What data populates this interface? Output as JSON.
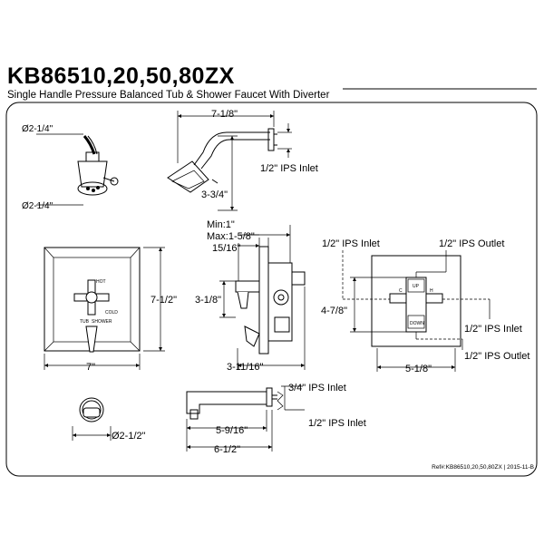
{
  "header": {
    "model": "KB86510,20,50,80ZX",
    "description": "Single Handle Pressure Balanced Tub & Shower Faucet With Diverter"
  },
  "showerhead_front": {
    "dim_top": "Ø2-1/4\"",
    "dim_bottom": "Ø2-1/4\""
  },
  "shower_arm": {
    "length": "7-1/8\"",
    "inlet": "1/2\" IPS Inlet",
    "drop": "3-3/4\""
  },
  "trim_plate": {
    "height": "7-1/2\"",
    "width": "7\"",
    "labels": {
      "hot": "HOT",
      "cold": "COLD",
      "tub": "TUB",
      "shower": "SHOWER"
    }
  },
  "valve_side": {
    "min": "Min:1\"",
    "max": "Max:1-5/8\"",
    "depth": "15/16\"",
    "height": "3-1/8\"",
    "projection": "3-11/16\""
  },
  "rough_in": {
    "inlet_left": "1/2\" IPS Inlet",
    "outlet_top": "1/2\" IPS Outlet",
    "height": "4-7/8\"",
    "inlet_right": "1/2\" IPS Inlet",
    "outlet_bottom": "1/2\" IPS Outlet",
    "width": "5-1/8\"",
    "labels": {
      "up": "UP",
      "down": "DOWN",
      "c": "C",
      "h": "H"
    }
  },
  "spout_front": {
    "diameter": "Ø2-1/2\""
  },
  "tub_spout": {
    "inlet_top": "3/4\" IPS Inlet",
    "inlet_bottom": "1/2\" IPS Inlet",
    "reach": "5-9/16\"",
    "overall": "6-1/2\""
  },
  "footer": {
    "reference": "Ref#:KB86510,20,50,80ZX | 2015-11-B"
  },
  "colors": {
    "line": "#000000",
    "background": "#ffffff"
  }
}
